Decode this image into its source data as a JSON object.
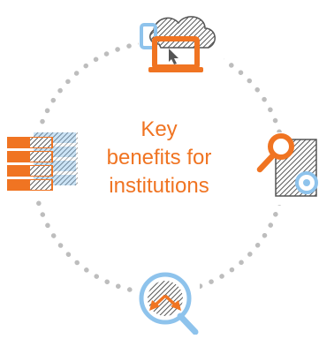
{
  "center": {
    "line1": "Key",
    "line2": "benefits for",
    "line3": "institutions"
  },
  "icons": {
    "top": "cloud-laptop-icon",
    "right": "search-certificate-icon",
    "bottom": "magnifier-arrows-icon",
    "left": "server-stack-icon"
  },
  "colors": {
    "accent": "#F07422",
    "light_blue": "#8EC3EC",
    "dark_gray": "#555555",
    "dots": "#BDBDBD"
  }
}
